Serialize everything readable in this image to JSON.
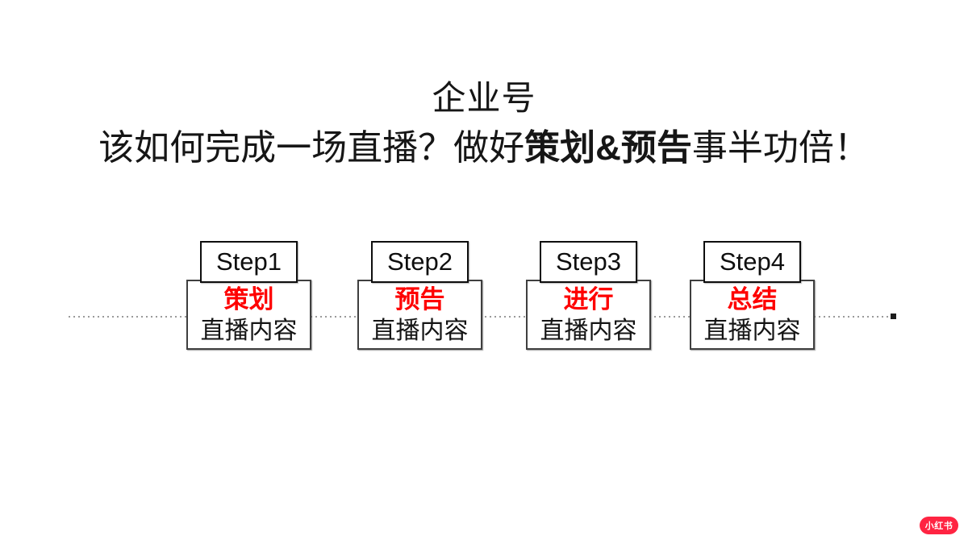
{
  "slide": {
    "title": "企业号",
    "subtitle": {
      "prefix": "该如何完成一场直播？做好",
      "bold": "策划&预告",
      "suffix": "事半功倍！"
    },
    "steps": [
      {
        "label": "Step1",
        "keyword": "策划",
        "desc": "直播内容"
      },
      {
        "label": "Step2",
        "keyword": "预告",
        "desc": "直播内容"
      },
      {
        "label": "Step3",
        "keyword": "进行",
        "desc": "直播内容"
      },
      {
        "label": "Step4",
        "keyword": "总结",
        "desc": "直播内容"
      }
    ],
    "logo_text": "小红书",
    "colors": {
      "keyword_red": "#fe0000",
      "logo_red": "#ff2442",
      "text_black": "#161616",
      "content_border": "#3f3f3f",
      "step_border": "#0e0e0e",
      "dotline_gray": "#9a9a9a"
    }
  }
}
